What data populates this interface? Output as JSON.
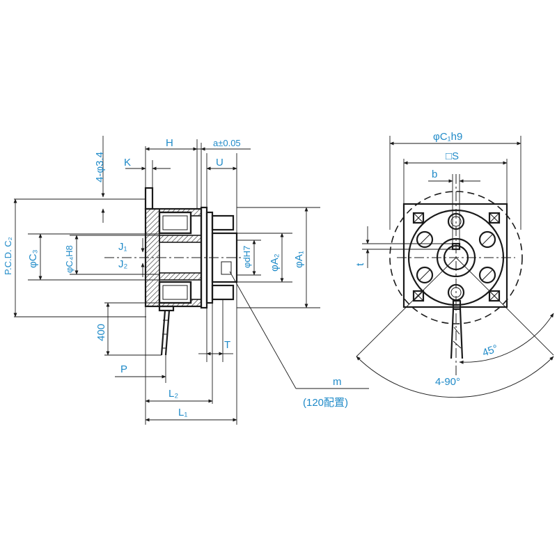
{
  "labels": {
    "hole_spec": "4-φ3.4",
    "K": "K",
    "H": "H",
    "gap": "a±0.05",
    "U": "U",
    "pcd": "P.C.D. C₂",
    "c3": "φC₃",
    "c4": "φC₄H8",
    "j1": "J₁",
    "j2": "J₂",
    "dh7": "φdH7",
    "a2": "φA₂",
    "a1": "φA₁",
    "lead_len": "400",
    "T": "T",
    "P": "P",
    "L2": "L₂",
    "L1": "L₁",
    "m": "m",
    "m_note": "(120配置)",
    "c1h9": "φC₁h9",
    "S": "□S",
    "b": "b",
    "t": "t",
    "angle45": "45°",
    "angle4x90": "4-90°"
  },
  "colors": {
    "label": "#1f8ac8",
    "line": "#1a1a1a"
  }
}
